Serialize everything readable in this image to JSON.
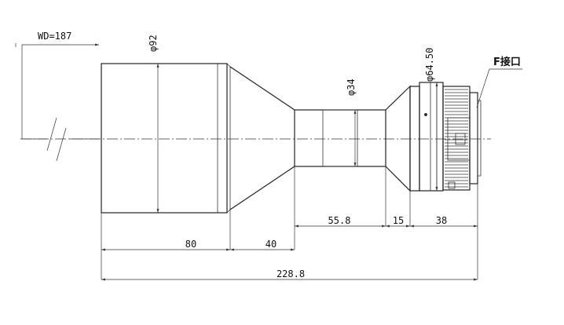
{
  "drawing": {
    "working_distance": "WD=187",
    "mount_label": "F接口",
    "diameters": {
      "front": "φ92",
      "middle": "φ34",
      "rear": "φ64.50"
    },
    "lengths": {
      "front_barrel": "80",
      "taper": "40",
      "middle_tube": "55.8",
      "collar": "15",
      "rear": "38",
      "total": "228.8"
    }
  }
}
